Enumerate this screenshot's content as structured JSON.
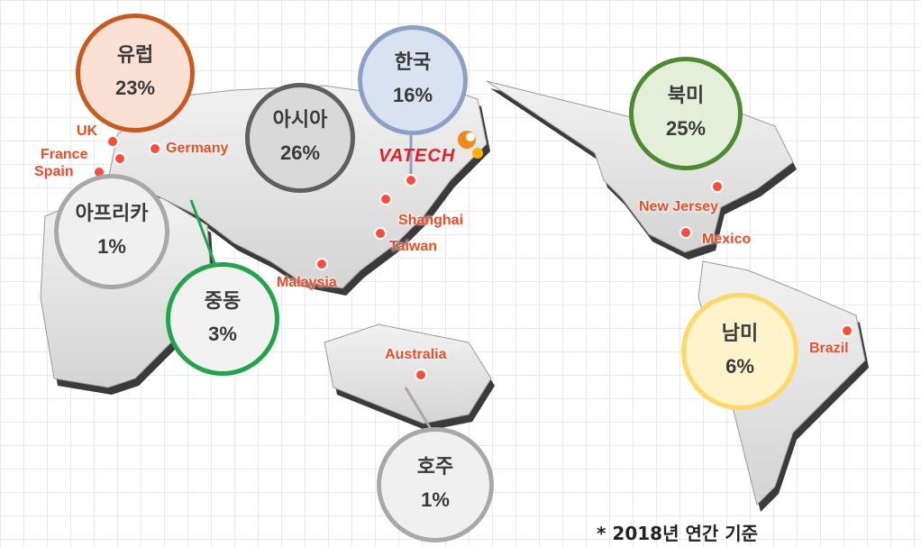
{
  "logo": "VATECH",
  "footnote": "* 2018년 연간 기준",
  "regions": [
    {
      "id": "europe",
      "name": "유럽",
      "value": "23%",
      "border": "#c85a1e",
      "fill": "#fbe1d3"
    },
    {
      "id": "asia",
      "name": "아시아",
      "value": "26%",
      "border": "#5f5f5f",
      "fill": "#d9d9d9"
    },
    {
      "id": "korea",
      "name": "한국",
      "value": "16%",
      "border": "#8aa0c4",
      "fill": "#d8e2f1"
    },
    {
      "id": "north-america",
      "name": "북미",
      "value": "25%",
      "border": "#4e8a2e",
      "fill": "#e4efda"
    },
    {
      "id": "africa",
      "name": "아프리카",
      "value": "1%",
      "border": "#a8a8a8",
      "fill": "#f0f0f0"
    },
    {
      "id": "middle-east",
      "name": "중동",
      "value": "3%",
      "border": "#20a64a",
      "fill": "#f2f2f2"
    },
    {
      "id": "south-america",
      "name": "남미",
      "value": "6%",
      "border": "#ffd966",
      "fill": "#fff3cc"
    },
    {
      "id": "australia",
      "name": "호주",
      "value": "1%",
      "border": "#a8a8a8",
      "fill": "#f0f0f0"
    }
  ],
  "cities": [
    "UK",
    "France",
    "Spain",
    "Germany",
    "Shanghai",
    "Taiwan",
    "Malaysia",
    "Australia",
    "New Jersey",
    "Mexico",
    "Brazil"
  ],
  "colors": {
    "city_label": "#f04a24",
    "pin": "#ff4b3a",
    "land": "#e4e4e4"
  }
}
